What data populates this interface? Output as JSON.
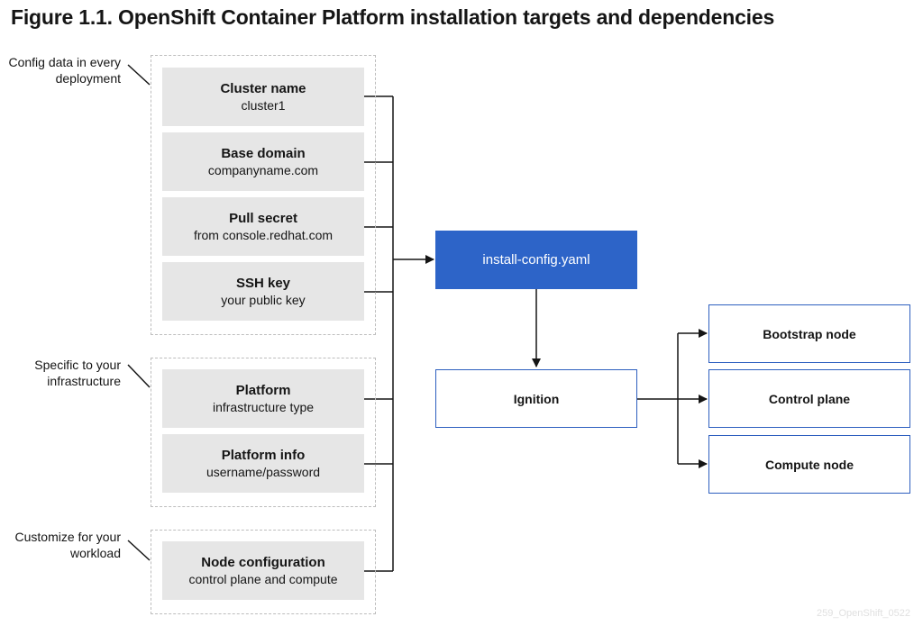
{
  "title": "Figure 1.1. OpenShift Container Platform installation targets and dependencies",
  "groups": {
    "config": {
      "label": "Config data in every deployment",
      "items": [
        {
          "title": "Cluster name",
          "sub": "cluster1"
        },
        {
          "title": "Base domain",
          "sub": "companyname.com"
        },
        {
          "title": "Pull secret",
          "sub": "from console.redhat.com"
        },
        {
          "title": "SSH key",
          "sub": "your public key"
        }
      ]
    },
    "infra": {
      "label": "Specific to your infrastructure",
      "items": [
        {
          "title": "Platform",
          "sub": "infrastructure type"
        },
        {
          "title": "Platform info",
          "sub": "username/password"
        }
      ]
    },
    "workload": {
      "label": "Customize for your workload",
      "items": [
        {
          "title": "Node configuration",
          "sub": "control plane and compute"
        }
      ]
    }
  },
  "nodes": {
    "install_config": "install-config.yaml",
    "ignition": "Ignition",
    "bootstrap": "Bootstrap node",
    "control_plane": "Control plane",
    "compute": "Compute node"
  },
  "watermark": "259_OpenShift_0522",
  "colors": {
    "accent_blue": "#2d64c8",
    "box_gray": "#e6e6e6",
    "border_dashed": "#bdbdbd"
  }
}
